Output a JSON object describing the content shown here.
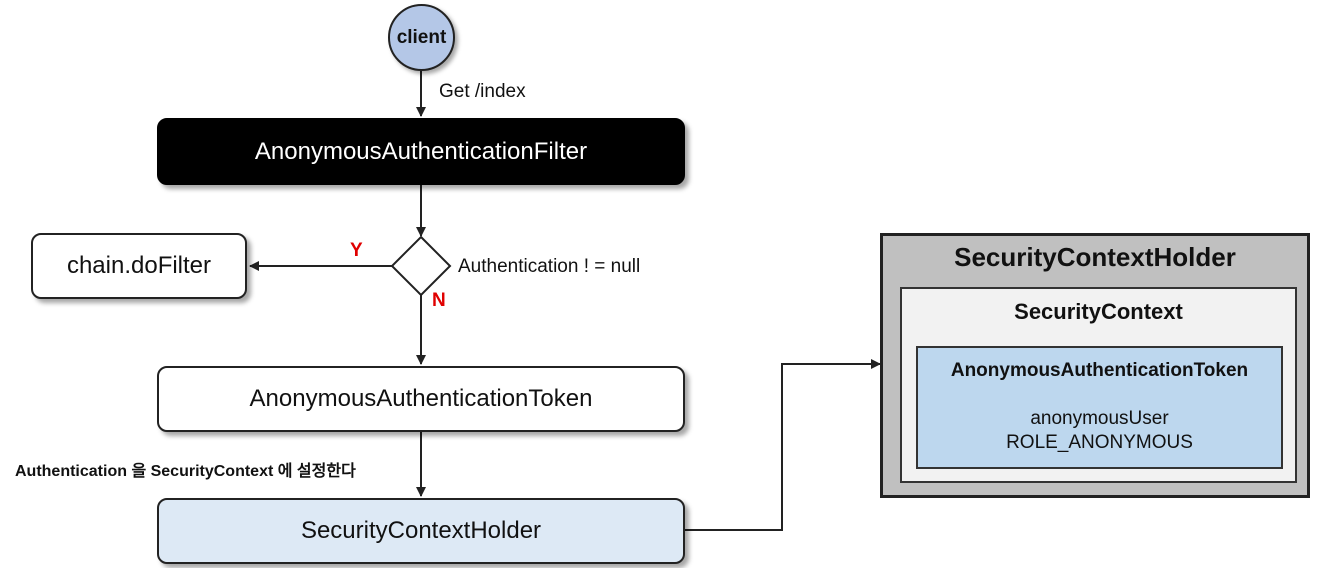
{
  "nodes": {
    "client": "client",
    "filter": "AnonymousAuthenticationFilter",
    "chain": "chain.doFilter",
    "token": "AnonymousAuthenticationToken",
    "holder": "SecurityContextHolder"
  },
  "edges": {
    "request": "Get /index",
    "condition": "Authentication ! = null",
    "yes": "Y",
    "no": "N",
    "set_context": "Authentication 을 SecurityContext 에 설정한다"
  },
  "context_panel": {
    "holder_title": "SecurityContextHolder",
    "context_title": "SecurityContext",
    "token_title": "AnonymousAuthenticationToken",
    "principal": "anonymousUser",
    "role": "ROLE_ANONYMOUS"
  },
  "colors": {
    "client_fill": "#b4c7e7",
    "filter_fill": "#000000",
    "holder_fill": "#dde9f5",
    "panel_outer": "#c0c0c0",
    "panel_middle": "#f2f2f2",
    "panel_inner": "#bdd7ee",
    "yes_no": "#e00000"
  }
}
